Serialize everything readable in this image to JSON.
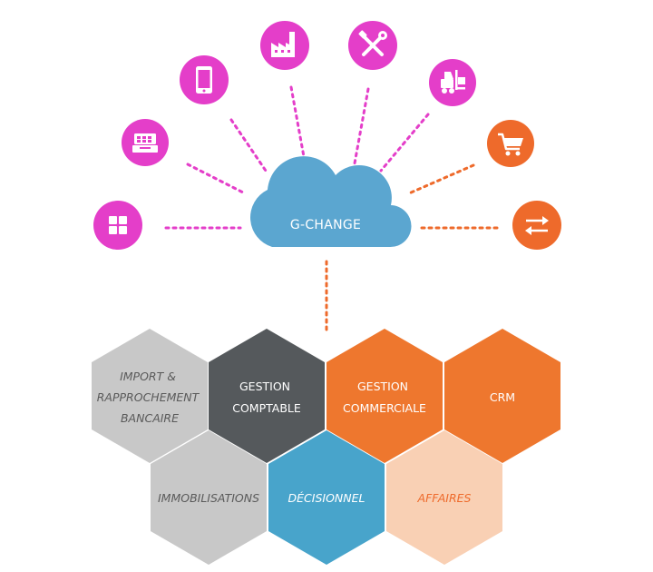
{
  "cloud": {
    "label": "G-CHANGE",
    "color": "#5ba6d0"
  },
  "colors": {
    "magenta": "#e43ec9",
    "orange": "#ee6a2b",
    "grey": "#c8c8c8",
    "dark": "#55595c",
    "hex_orange": "#ee772e",
    "blue": "#48a4cb",
    "peach": "#f9d0b4"
  },
  "icons": [
    {
      "name": "apps-grid-icon",
      "color": "magenta"
    },
    {
      "name": "cash-register-icon",
      "color": "magenta"
    },
    {
      "name": "smartphone-icon",
      "color": "magenta"
    },
    {
      "name": "factory-icon",
      "color": "magenta"
    },
    {
      "name": "tools-icon",
      "color": "magenta"
    },
    {
      "name": "forklift-icon",
      "color": "magenta"
    },
    {
      "name": "shopping-cart-icon",
      "color": "orange"
    },
    {
      "name": "exchange-arrows-icon",
      "color": "orange"
    }
  ],
  "hexagons": {
    "import": {
      "lines": [
        "IMPORT  &",
        "RAPPROCHEMENT",
        "BANCAIRE"
      ]
    },
    "comptable": {
      "lines": [
        "GESTION",
        "COMPTABLE"
      ]
    },
    "commerciale": {
      "lines": [
        "GESTION",
        "COMMERCIALE"
      ]
    },
    "crm": {
      "lines": [
        "CRM"
      ]
    },
    "immobilisations": {
      "lines": [
        "IMMOBILISATIONS"
      ]
    },
    "decisionnel": {
      "lines": [
        "DÉCISIONNEL"
      ]
    },
    "affaires": {
      "lines": [
        "AFFAIRES"
      ]
    }
  }
}
